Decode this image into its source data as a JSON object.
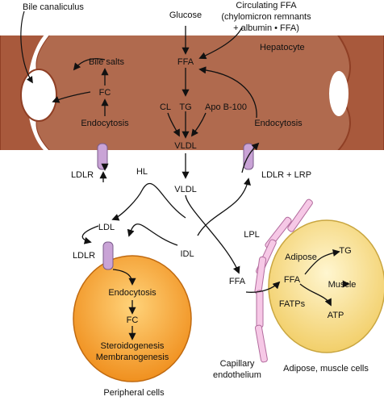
{
  "labels": {
    "bile_canaliculus": "Bile canaliculus",
    "glucose": "Glucose",
    "circulating_ffa_1": "Circulating FFA",
    "circulating_ffa_2": "(chylomicron remnants",
    "circulating_ffa_3": "+ albumin • FFA)",
    "hepatocyte": "Hepatocyte",
    "ffa_hepatocyte": "FFA",
    "bile_salts": "Bile salts",
    "fc_hepatocyte": "FC",
    "endocytosis_left": "Endocytosis",
    "cl": "CL",
    "tg_hepatocyte": "TG",
    "apo_b100": "Apo B-100",
    "vldl_inside": "VLDL",
    "endocytosis_right": "Endocytosis",
    "ldlr_top": "LDLR",
    "hl": "HL",
    "vldl_outside": "VLDL",
    "ldlr_lrp": "LDLR + LRP",
    "ldl": "LDL",
    "lpl": "LPL",
    "ldlr_peripheral": "LDLR",
    "idl": "IDL",
    "ffa_capillary": "FFA",
    "adipose": "Adipose",
    "tg_adipose": "TG",
    "ffa_adipose": "FFA",
    "muscle": "Muscle",
    "fatps": "FATPs",
    "atp": "ATP",
    "endocytosis_peripheral": "Endocytosis",
    "fc_peripheral": "FC",
    "steroidogenesis": "Steroidogenesis",
    "membranogenesis": "Membranogenesis",
    "capillary_1": "Capillary",
    "capillary_2": "endothelium",
    "adipose_muscle_cells": "Adipose, muscle cells",
    "peripheral_cells": "Peripheral cells"
  },
  "colors": {
    "hepatocyte_fill": "#b86a4c",
    "hepatocyte_edge": "#a0492c",
    "receptor": "#c9a3d6",
    "peripheral_cell": "#f39a2c",
    "adipose_cell": "#f4d77a",
    "capillary": "#f0bfe0"
  }
}
